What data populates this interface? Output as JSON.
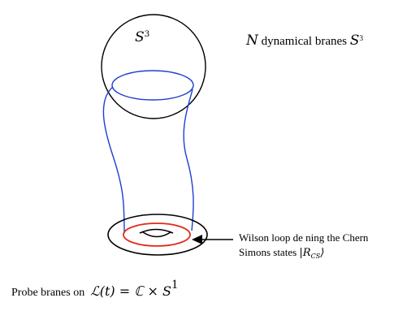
{
  "diagram": {
    "sphere": {
      "symbol": "S",
      "exponent": "3"
    },
    "dynamical_branes": {
      "N": "N",
      "text": "dynamical branes",
      "symbol": "S",
      "exponent": "3"
    },
    "wilson_loop": {
      "line1": "Wilson loop de  ning the Chern",
      "line2_text": "Simons  states",
      "state_symbol": "R",
      "state_subscript": "CS"
    },
    "probe_branes": {
      "text": "Probe branes on",
      "formula": "ℒ(t) = ℂ × S",
      "exponent": "1"
    },
    "colors": {
      "outline": "#000000",
      "brane_tube": "#1f3fd0",
      "wilson_loop": "#e02a1a"
    },
    "icons": [
      "arrow-left-icon"
    ]
  }
}
